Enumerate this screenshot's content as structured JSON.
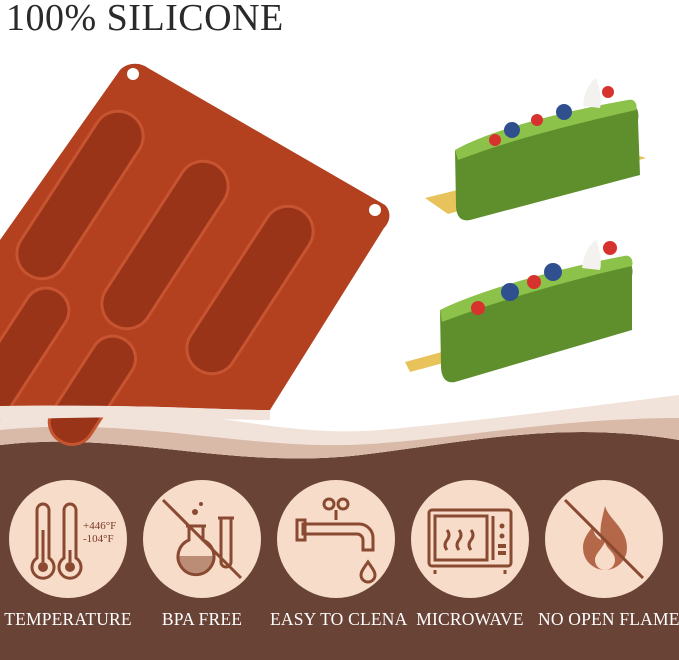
{
  "title": "100% SILICONE",
  "colors": {
    "mold": "#b3401f",
    "band": "#6a4337",
    "wave_light": "#f1e3da",
    "wave_mid": "#d9b9a8",
    "icon_bg": "#f6dcc9",
    "icon_stroke": "#8a4a32",
    "cake_green": "#5e8f2c",
    "cake_board": "#e8c25a"
  },
  "features": [
    {
      "label": "TEMPERATURE",
      "icon": "thermometer-icon",
      "extra": [
        "+446°F",
        "-104°F"
      ]
    },
    {
      "label": "BPA FREE",
      "icon": "no-flask-icon"
    },
    {
      "label": "EASY TO CLENA",
      "icon": "faucet-icon"
    },
    {
      "label": "MICROWAVE",
      "icon": "microwave-icon"
    },
    {
      "label": "NO OPEN FLAME",
      "icon": "no-flame-icon"
    }
  ]
}
